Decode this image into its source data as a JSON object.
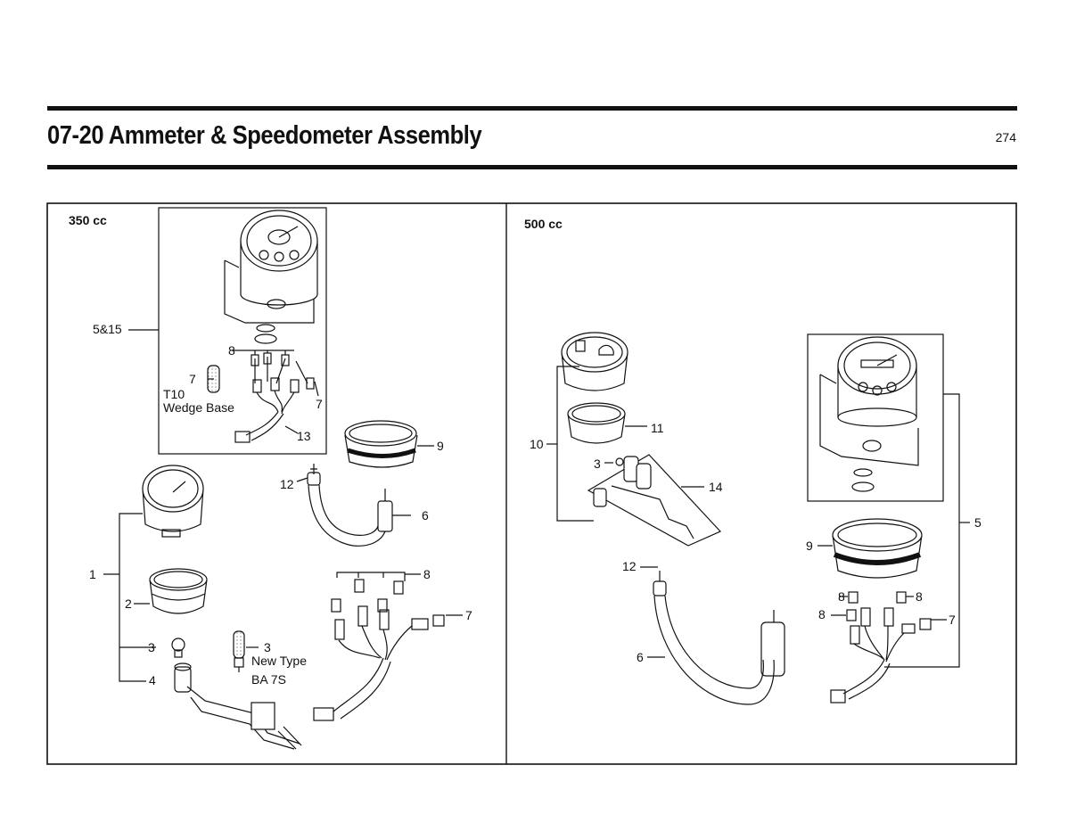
{
  "page": {
    "title": "07-20 Ammeter & Speedometer Assembly",
    "page_number": "274"
  },
  "panels": [
    {
      "id": "left",
      "heading": "350 cc"
    },
    {
      "id": "right",
      "heading": "500 cc"
    }
  ],
  "callouts_left": {
    "c5_15": "5&15",
    "c8_top": "8",
    "c7_bulb": "7",
    "t10": "T10",
    "wedge_base": "Wedge Base",
    "c7_harness": "7",
    "c13": "13",
    "c9": "9",
    "c12": "12",
    "c6": "6",
    "c1": "1",
    "c2": "2",
    "c3": "3",
    "c4": "4",
    "c3_new": "3",
    "new_type": "New Type",
    "ba7s": "BA 7S",
    "c8_harness": "8",
    "c7_socket": "7"
  },
  "callouts_right": {
    "c10": "10",
    "c11": "11",
    "c3": "3",
    "c14": "14",
    "c5": "5",
    "c9": "9",
    "c12": "12",
    "c6": "6",
    "c8_a": "8",
    "c8_b": "8",
    "c8_c": "8",
    "c7": "7"
  },
  "colors": {
    "ink": "#111111",
    "background": "#ffffff",
    "shade": "#d8d8d8"
  }
}
